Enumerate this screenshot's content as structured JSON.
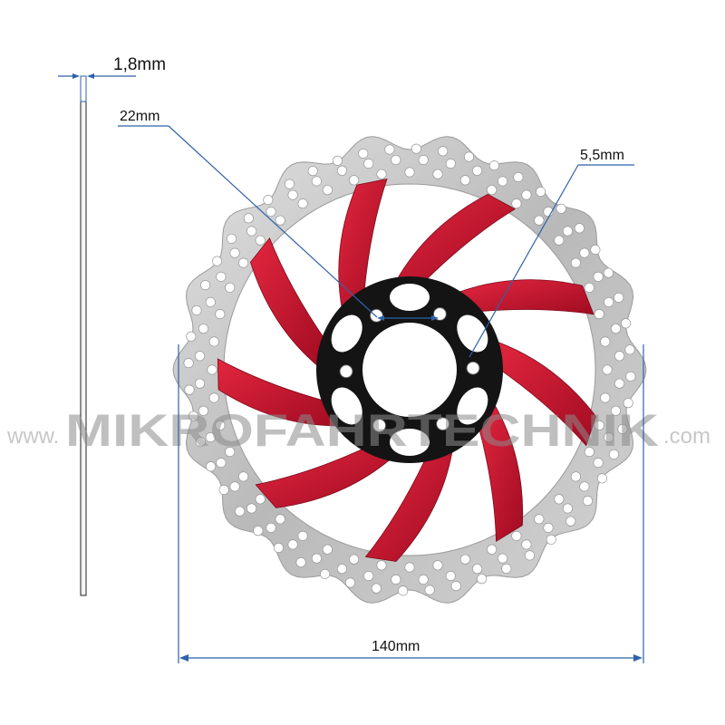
{
  "dimensions": {
    "thickness": "1,8mm",
    "center_bore": "22mm",
    "bolt_hole": "5,5mm",
    "diameter": "140mm"
  },
  "watermark": {
    "prefix": "www.",
    "brand": "MIKROFAHRTECHNIK",
    "suffix": ".com"
  },
  "colors": {
    "dimension_line": "#2f62a8",
    "rotor_steel": "#c9c9c9",
    "spider_red": "#c8102e",
    "hub_black": "#141414",
    "watermark": "#c4c4c4"
  },
  "icons": {
    "rotor": "brake-disc-rotor",
    "side_view": "rotor-side-profile"
  }
}
